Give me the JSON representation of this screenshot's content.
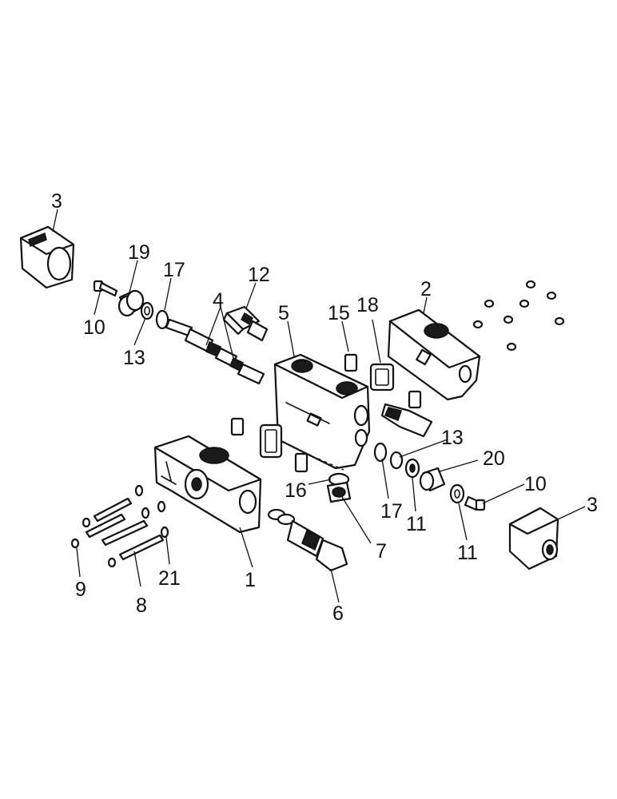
{
  "callouts": {
    "c1": "1",
    "c2": "2",
    "c3a": "3",
    "c3b": "3",
    "c4": "4",
    "c5": "5",
    "c6": "6",
    "c7": "7",
    "c8": "8",
    "c9": "9",
    "c10a": "10",
    "c10b": "10",
    "c11a": "11",
    "c11b": "11",
    "c12": "12",
    "c13a": "13",
    "c13b": "13",
    "c15": "15",
    "c16": "16",
    "c17a": "17",
    "c17b": "17",
    "c18": "18",
    "c19": "19",
    "c20": "20",
    "c21": "21"
  }
}
